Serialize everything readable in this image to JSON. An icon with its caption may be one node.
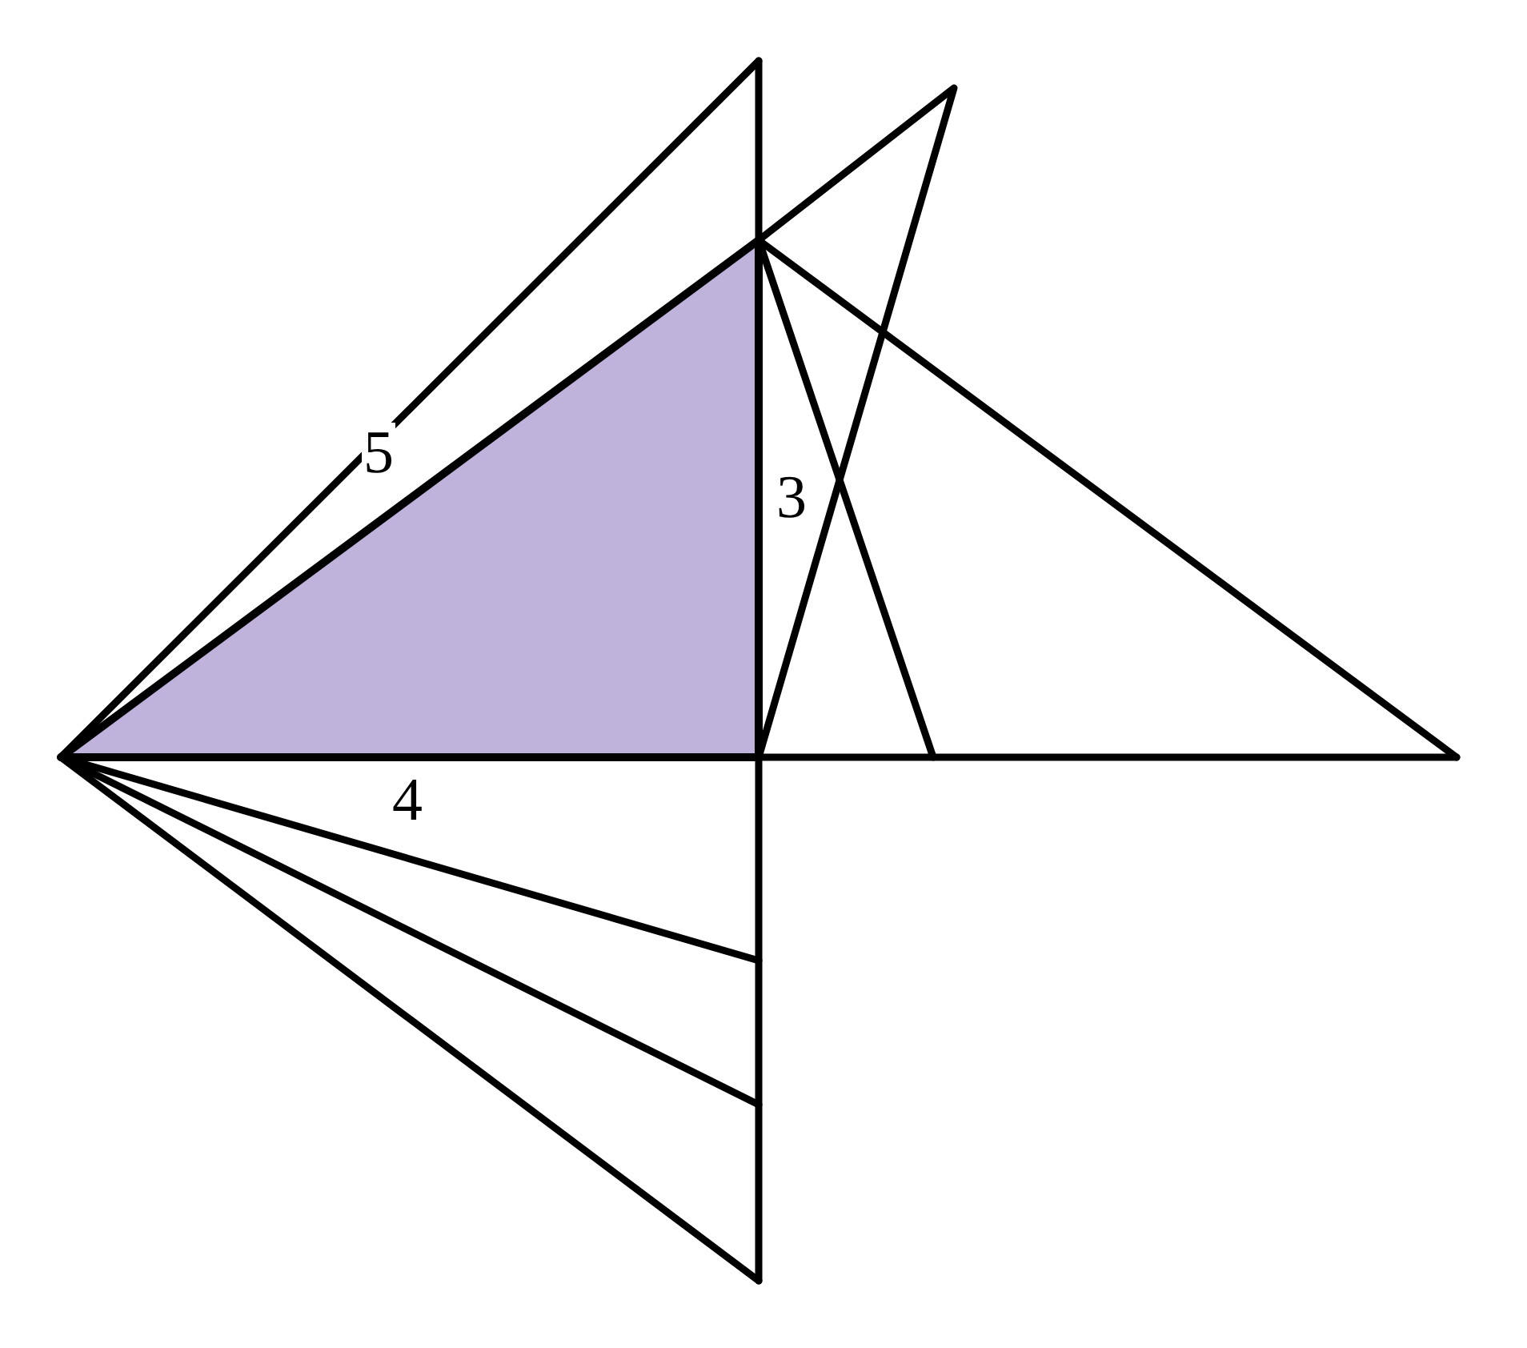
{
  "diagram": {
    "labels": [
      "5",
      "3",
      "4"
    ]
  }
}
